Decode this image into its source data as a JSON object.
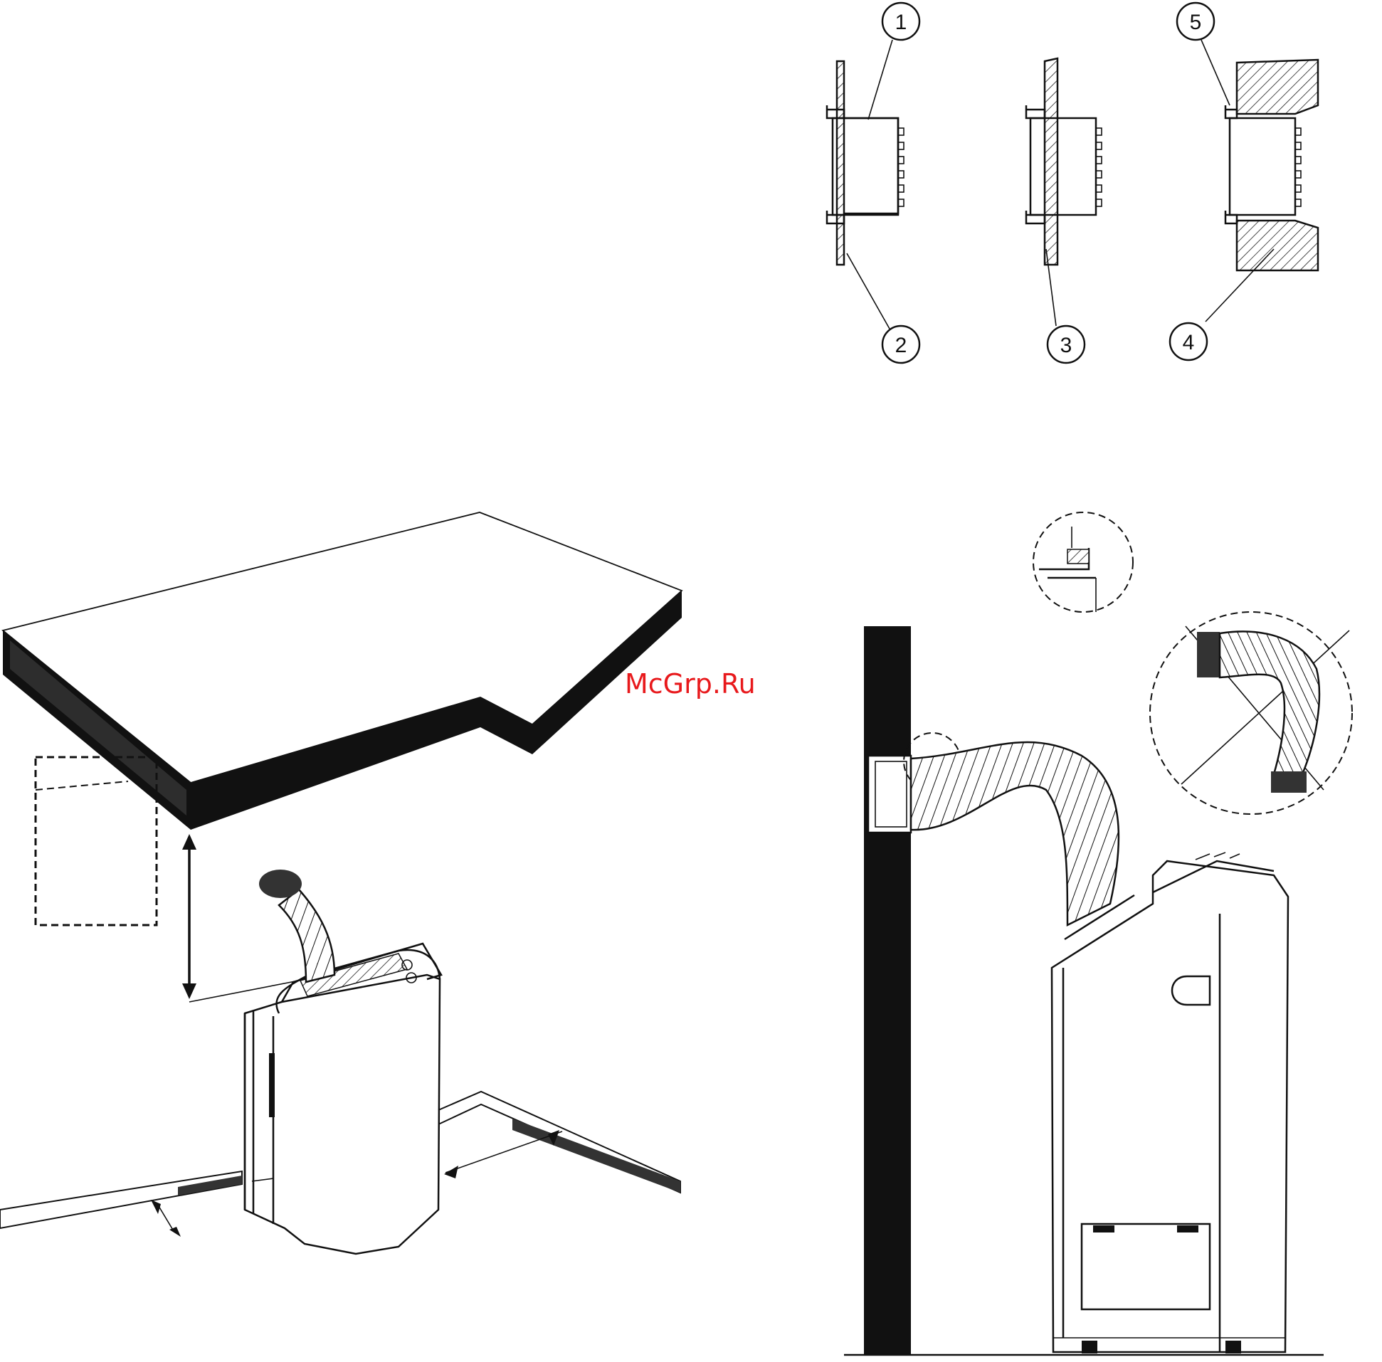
{
  "callouts": [
    {
      "id": "1",
      "label": "1"
    },
    {
      "id": "2",
      "label": "2"
    },
    {
      "id": "3",
      "label": "3"
    },
    {
      "id": "4",
      "label": "4"
    },
    {
      "id": "5",
      "label": "5"
    }
  ],
  "watermark": {
    "text": "McGrp.Ru",
    "color": "#e8191c"
  },
  "icons": {
    "prohibited": "crossed-circle-icon"
  }
}
